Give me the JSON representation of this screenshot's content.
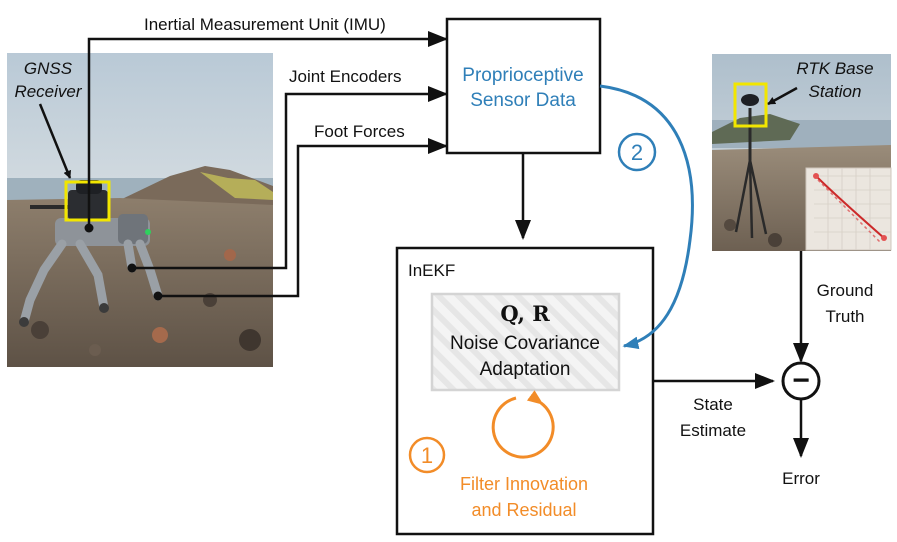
{
  "inputs": {
    "imu": "Inertial Measurement Unit (IMU)",
    "joint_encoders": "Joint Encoders",
    "foot_forces": "Foot Forces"
  },
  "photo_robot": {
    "gnss_line1": "GNSS",
    "gnss_line2": "Receiver"
  },
  "photo_rtk": {
    "line1": "RTK Base",
    "line2": "Station"
  },
  "sensor_box": {
    "line1": "Proprioceptive",
    "line2": "Sensor Data"
  },
  "inekf": {
    "title": "InEKF",
    "qr": "Q, R",
    "adapt_line1": "Noise Covariance",
    "adapt_line2": "Adaptation",
    "innov_line1": "Filter Innovation",
    "innov_line2": "and Residual"
  },
  "markers": {
    "one": "1",
    "two": "2",
    "minus": "−"
  },
  "outputs": {
    "ground_truth_line1": "Ground",
    "ground_truth_line2": "Truth",
    "state_line1": "State",
    "state_line2": "Estimate",
    "error": "Error"
  },
  "colors": {
    "blue": "#2f7fb8",
    "orange": "#f28c28",
    "highlight": "#f2e600",
    "line": "#111111"
  }
}
